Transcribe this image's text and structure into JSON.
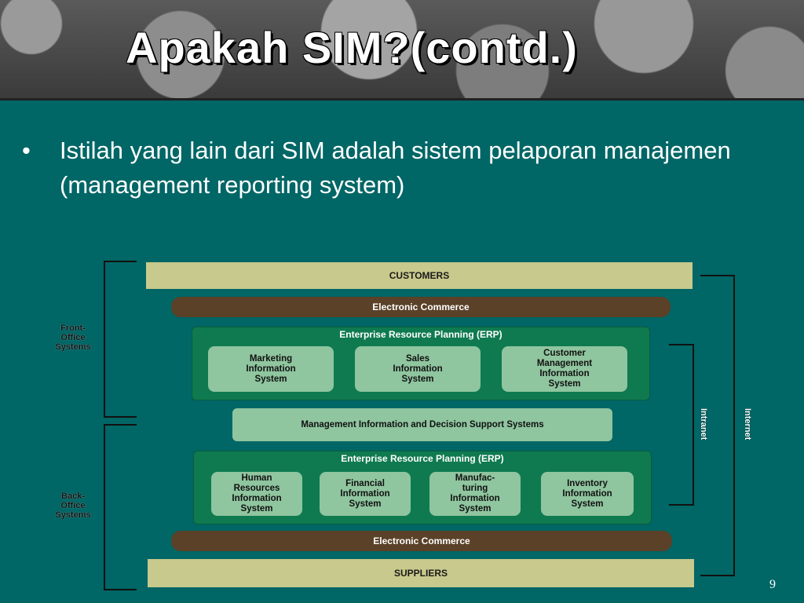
{
  "slide": {
    "title": "Apakah SIM?(contd.)",
    "bullets": [
      "Istilah yang lain dari SIM adalah sistem pelaporan manajemen (management reporting system)"
    ],
    "page_number": "9"
  },
  "diagram": {
    "customers": "CUSTOMERS",
    "ecommerce_top": "Electronic Commerce",
    "erp_top": {
      "title": "Enterprise Resource Planning (ERP)",
      "systems": [
        "Marketing\nInformation\nSystem",
        "Sales\nInformation\nSystem",
        "Customer\nManagement\nInformation\nSystem"
      ]
    },
    "mis": "Management Information and Decision Support Systems",
    "erp_bottom": {
      "title": "Enterprise Resource Planning (ERP)",
      "systems": [
        "Human\nResources\nInformation\nSystem",
        "Financial\nInformation\nSystem",
        "Manufac-\nturing\nInformation\nSystem",
        "Inventory\nInformation\nSystem"
      ]
    },
    "ecommerce_bottom": "Electronic Commerce",
    "suppliers": "SUPPLIERS",
    "front_office": "Front-\nOffice\nSystems",
    "back_office": "Back-\nOffice\nSystems",
    "intranet": "Intranet",
    "internet": "Internet"
  },
  "colors": {
    "background": "#006666",
    "tan": "#c8c98c",
    "brown": "#5a4128",
    "green": "#0f7a50",
    "light_green": "#8fc59f"
  }
}
